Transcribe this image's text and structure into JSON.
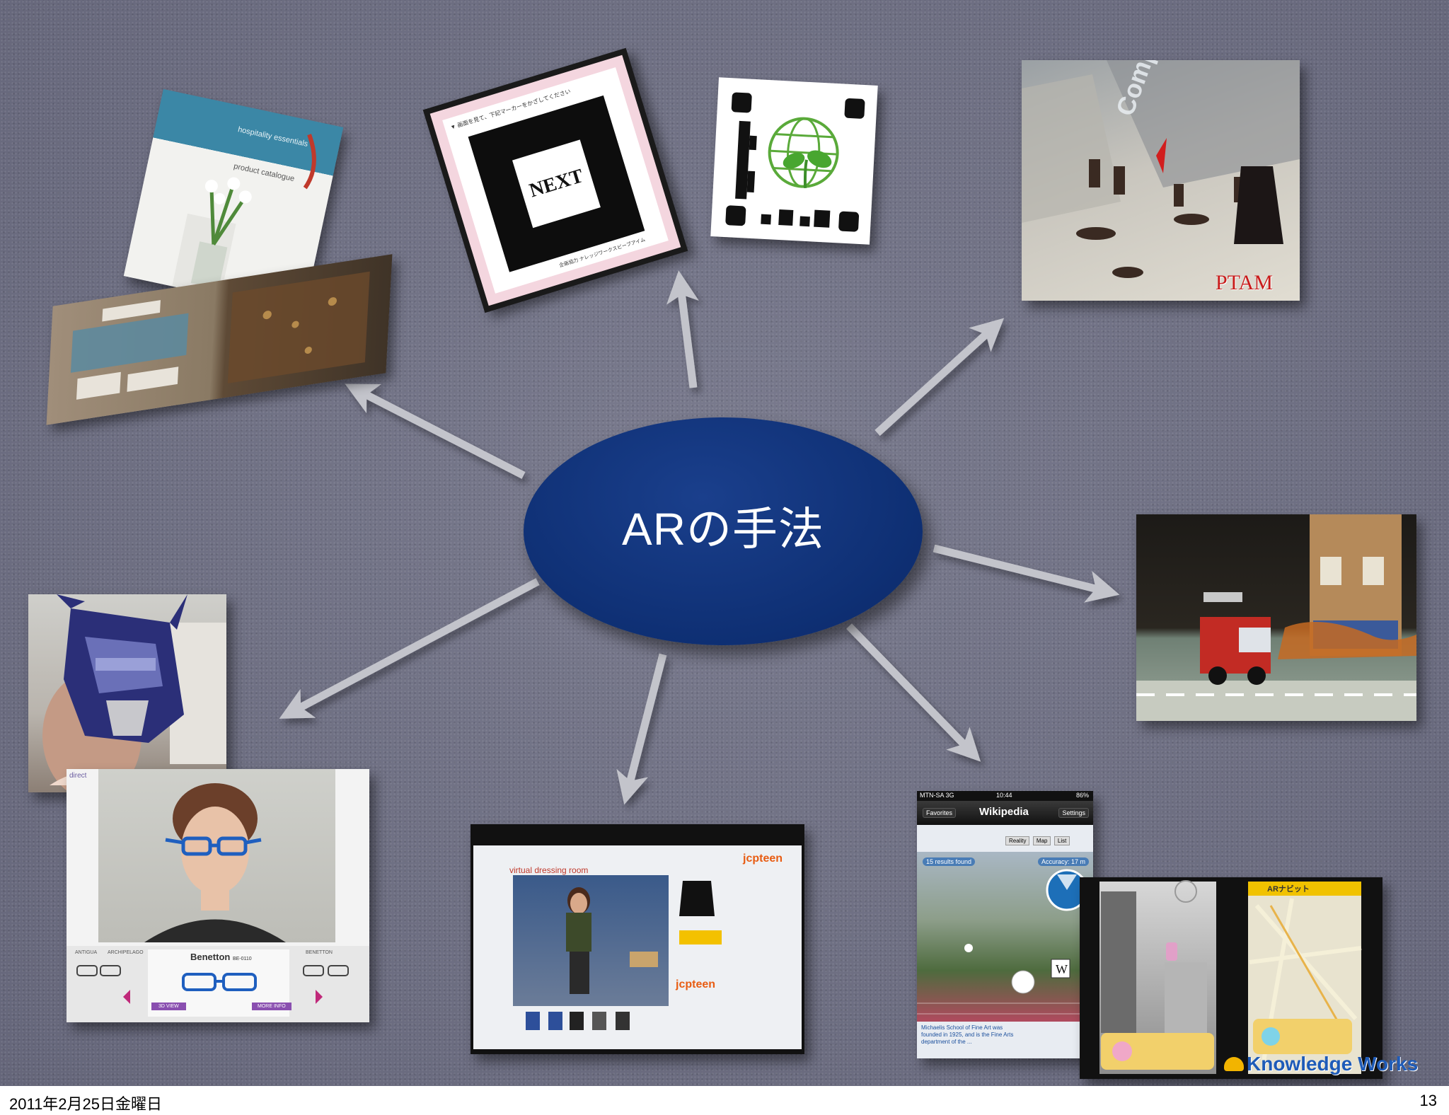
{
  "slide": {
    "center_title": "ARの手法"
  },
  "photos": {
    "catalogue": {
      "title": "hospitality essentials",
      "subtitle": "product catalogue"
    },
    "next_marker": {
      "header": "▼ 画面を見て、下記マーカーをかざしてください",
      "marker_text": "NEXT",
      "footer": "企画協力 ナレッジワークスビーブアイム"
    },
    "ptam": {
      "label": "PTAM",
      "sign": "Computer"
    },
    "transformer": {},
    "glasses": {
      "brand": "direct",
      "product": "Benetton",
      "model": "BE-0110",
      "btn_view": "3D VIEW",
      "btn_info": "MORE INFO",
      "thumbs": [
        "ANTIGUA",
        "ARCHIPELAGO",
        "BENETTON"
      ]
    },
    "dressing_room": {
      "heading": "virtual dressing room",
      "brand_top": "jcpteen",
      "brand_bottom": "jcpteen"
    },
    "wikipedia": {
      "status_left": "MTN-SA 3G",
      "time": "10:44",
      "battery": "86%",
      "nav_left": "Favorites",
      "nav_title": "Wikipedia",
      "nav_right": "Settings",
      "seg": [
        "Reality",
        "Map",
        "List"
      ],
      "results": "15 results found",
      "accuracy": "Accuracy: 17 m",
      "caption": "Michaelis School of Fine Art was founded in 1925, and is the Fine Arts department of the ..."
    },
    "android": {
      "app_title": "ARナビット",
      "brand": "Knowledge Works"
    }
  },
  "footer": {
    "date": "2011年2月25日金曜日",
    "page": "13"
  },
  "colors": {
    "background": "#6c6d80",
    "ellipse": "#0e2f73",
    "arrow": "#c3c4cb",
    "text_on_ellipse": "#ffffff"
  }
}
